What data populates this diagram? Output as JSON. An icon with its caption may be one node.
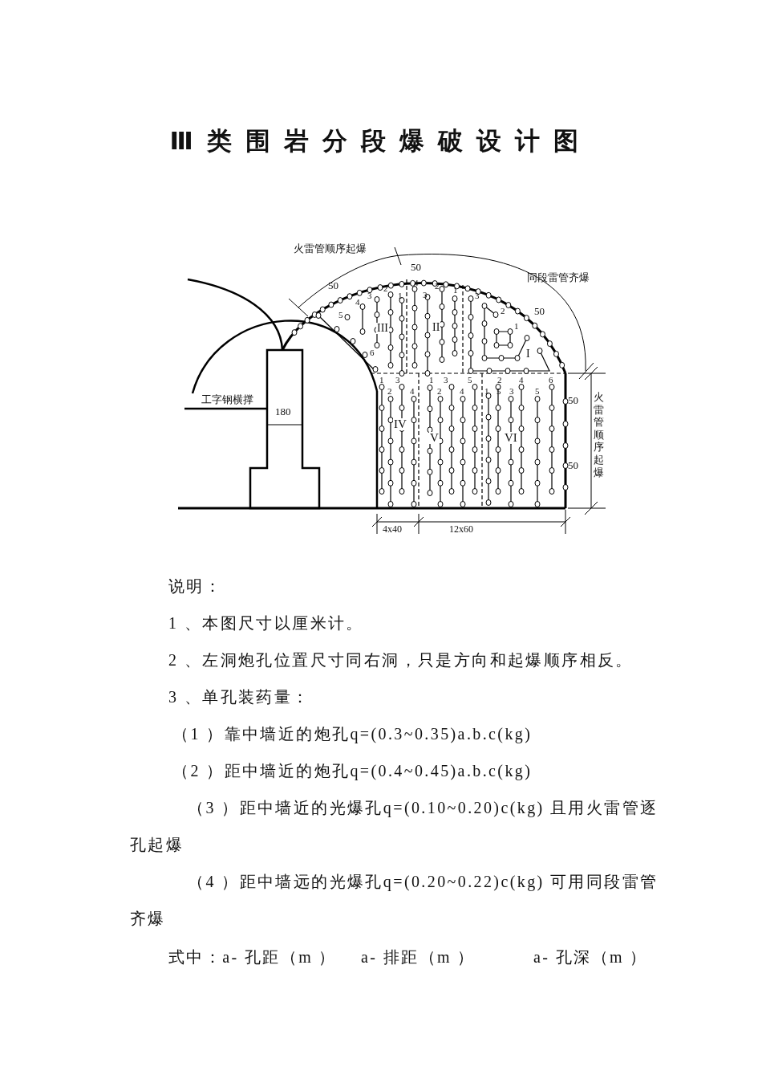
{
  "diagram": {
    "title": "Ⅲ类围岩分段爆破设计图",
    "labels": [
      "火雷管顺序起爆",
      "50",
      "同段雷管齐爆",
      "50",
      "50",
      "2",
      "4",
      "2",
      "1",
      "3",
      "1",
      "3",
      "3",
      "4",
      "2",
      "5",
      "1",
      "III",
      "II",
      "6",
      "I",
      "工字钢横撑",
      "180",
      "1",
      "3",
      "1",
      "3",
      "5",
      "2",
      "4",
      "6",
      "2",
      "4",
      "2",
      "4",
      "1",
      "5",
      "3",
      "5",
      "IV",
      "V",
      "VI",
      "50",
      "50",
      "火雷管顺序起爆",
      "4x40",
      "12x60",
      "说明：",
      "1 、本图尺寸以厘米计。",
      "2 、左洞炮孔位置尺寸同右洞，只是方向和起爆顺序相反。",
      "3 、单孔装药量：",
      "（1 ）靠中墙近的炮孔q=(0.3~0.35)a.b.c(kg)",
      "（2 ）距中墙近的炮孔q=(0.4~0.45)a.b.c(kg)",
      "（3 ）距中墙近的光爆孔q=(0.10~0.20)c(kg)  且用火雷管逐孔起爆",
      "（4 ）距中墙远的光爆孔q=(0.20~0.22)c(kg)  可用同段雷管齐爆",
      "式中：a- 孔距（m ）",
      "a- 排距（m ）",
      "a- 孔深（m ）"
    ]
  }
}
